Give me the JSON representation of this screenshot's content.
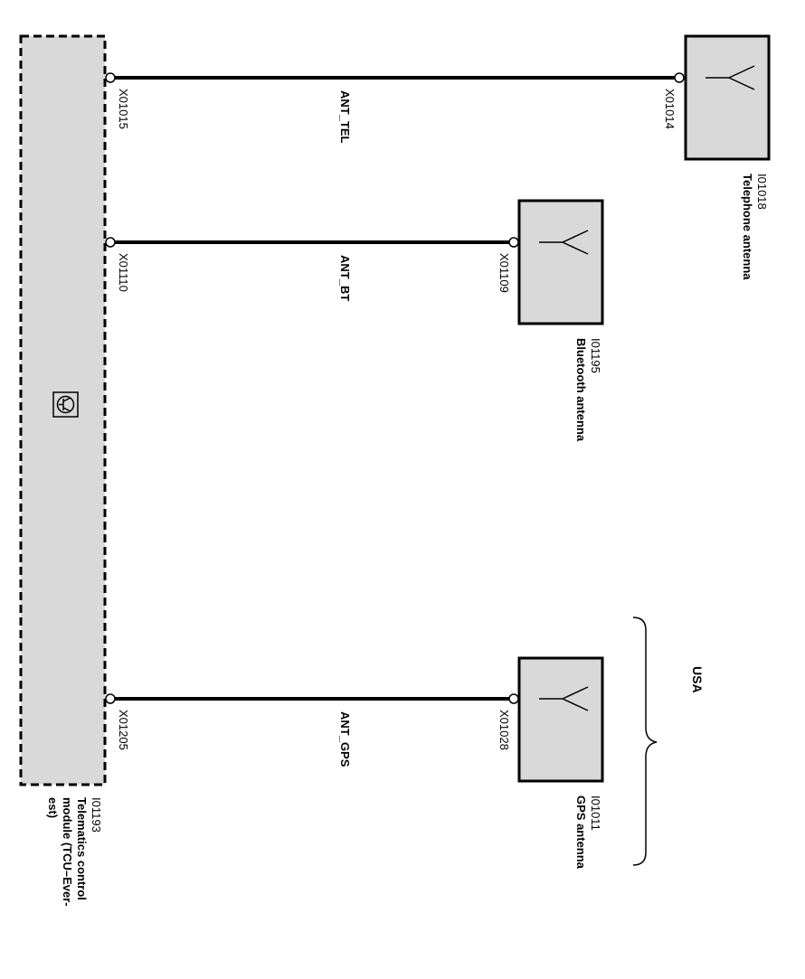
{
  "colors": {
    "box_fill": "#d9d9d9",
    "line": "#000000",
    "background": "#ffffff"
  },
  "module": {
    "id": "I01193",
    "name_lines": [
      "Telematics control",
      "module (TCU–Ever-",
      "est)"
    ],
    "icon": "transistor-icon"
  },
  "antennas": [
    {
      "id": "I01018",
      "name": "Telephone antenna",
      "icon": "antenna-icon"
    },
    {
      "id": "I01195",
      "name": "Bluetooth antenna",
      "icon": "antenna-icon"
    },
    {
      "id": "I01011",
      "name": "GPS antenna",
      "icon": "antenna-icon"
    }
  ],
  "connections": [
    {
      "module_connector": "X01015",
      "signal": "ANT_TEL",
      "antenna_connector": "X01014"
    },
    {
      "module_connector": "X01110",
      "signal": "ANT_BT",
      "antenna_connector": "X01109"
    },
    {
      "module_connector": "X01205",
      "signal": "ANT_GPS",
      "antenna_connector": "X01028"
    }
  ],
  "region": {
    "label": "USA"
  }
}
